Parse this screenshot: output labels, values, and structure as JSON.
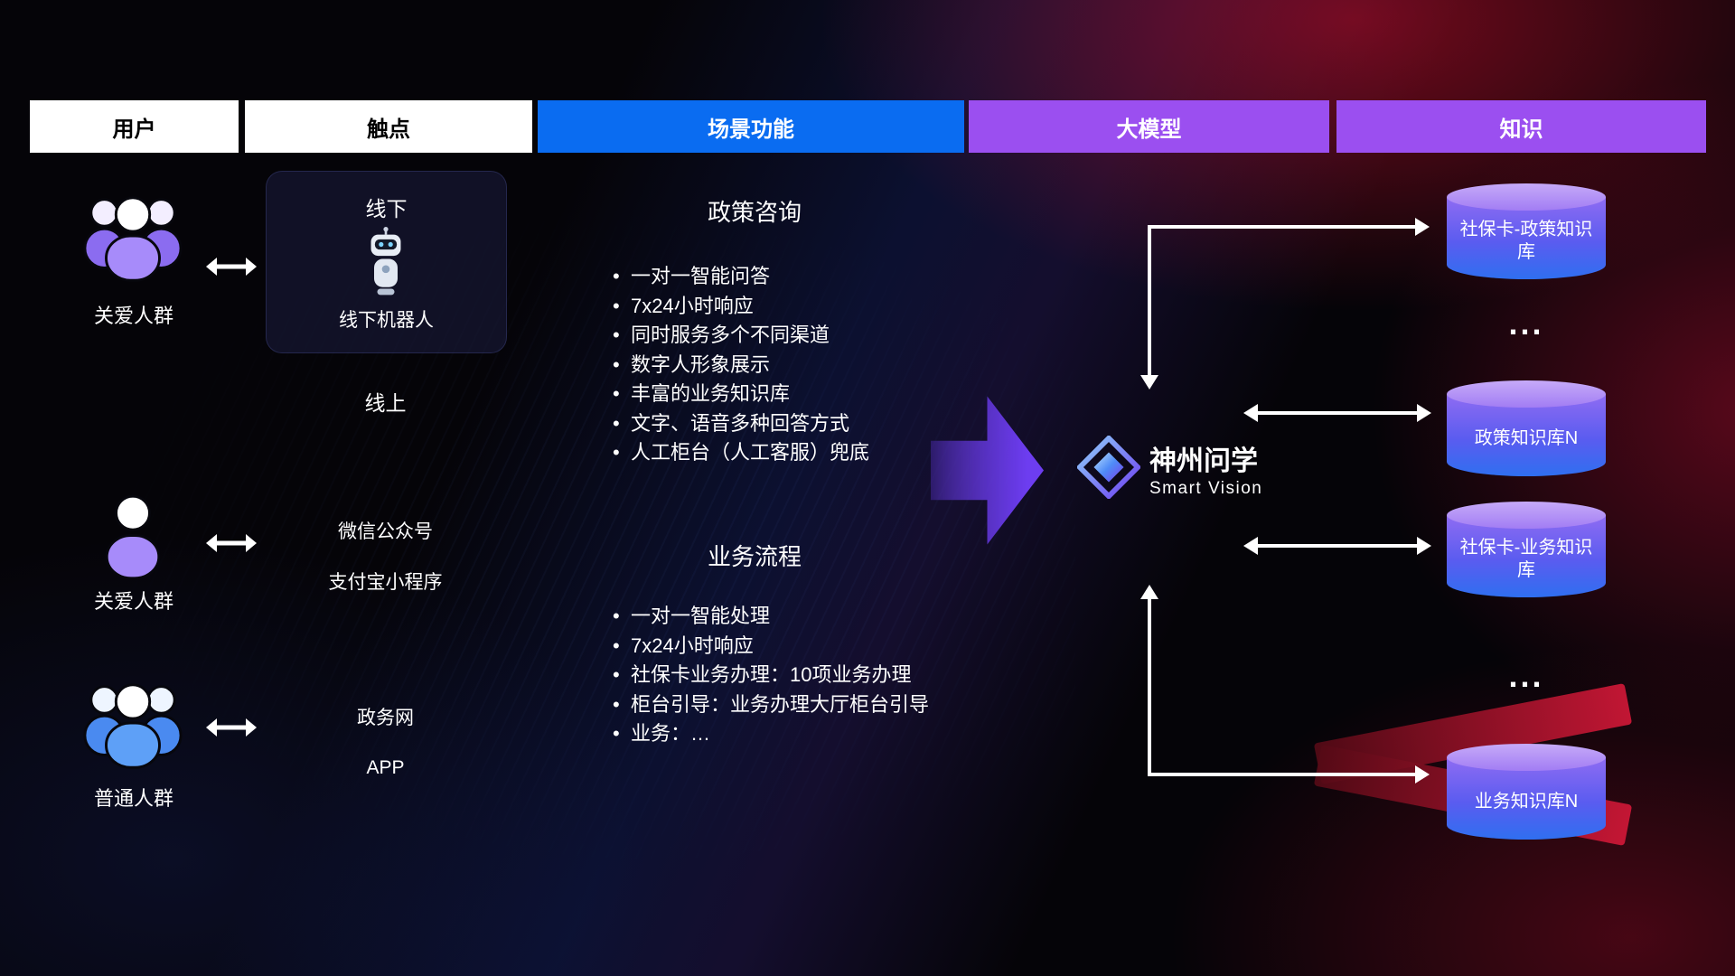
{
  "header": {
    "columns": [
      {
        "label": "用户"
      },
      {
        "label": "触点"
      },
      {
        "label": "场景功能"
      },
      {
        "label": "大模型"
      },
      {
        "label": "知识"
      }
    ]
  },
  "users": [
    {
      "label": "关爱人群",
      "type": "group",
      "color": "purple"
    },
    {
      "label": "关爱人群",
      "type": "single",
      "color": "purple"
    },
    {
      "label": "普通人群",
      "type": "group",
      "color": "blue"
    }
  ],
  "touchpoints": {
    "offline_title": "线下",
    "offline_robot": "线下机器人",
    "online_title": "线上",
    "wechat": "微信公众号",
    "alipay": "支付宝小程序",
    "gov": "政务网",
    "app": "APP"
  },
  "functions": {
    "policy": {
      "title": "政策咨询",
      "items": [
        "一对一智能问答",
        "7x24小时响应",
        "同时服务多个不同渠道",
        "数字人形象展示",
        "丰富的业务知识库",
        "文字、语音多种回答方式",
        "人工柜台（人工客服）兜底"
      ]
    },
    "business": {
      "title": "业务流程",
      "items": [
        "一对一智能处理",
        "7x24小时响应",
        "社保卡业务办理：10项业务办理",
        "柜台引导：业务办理大厅柜台引导",
        "业务：…"
      ]
    }
  },
  "model": {
    "name": "神州问学",
    "subtitle": "Smart Vision"
  },
  "knowledge": {
    "db1": "社保卡-政策知识库",
    "ellipsis1": "...",
    "db2": "政策知识库N",
    "db3": "社保卡-业务知识库",
    "ellipsis2": "...",
    "db4": "业务知识库N"
  },
  "colors": {
    "scene_header": "#0a6cf1",
    "model_header": "#9b4ff0",
    "knowledge_header": "#9b4ff0",
    "db_top": "#b393f5",
    "db_bottom": "#2f6ff0",
    "accent_red": "#d41838",
    "user_purple": "#a78bfa",
    "user_blue": "#5ea0f7"
  }
}
